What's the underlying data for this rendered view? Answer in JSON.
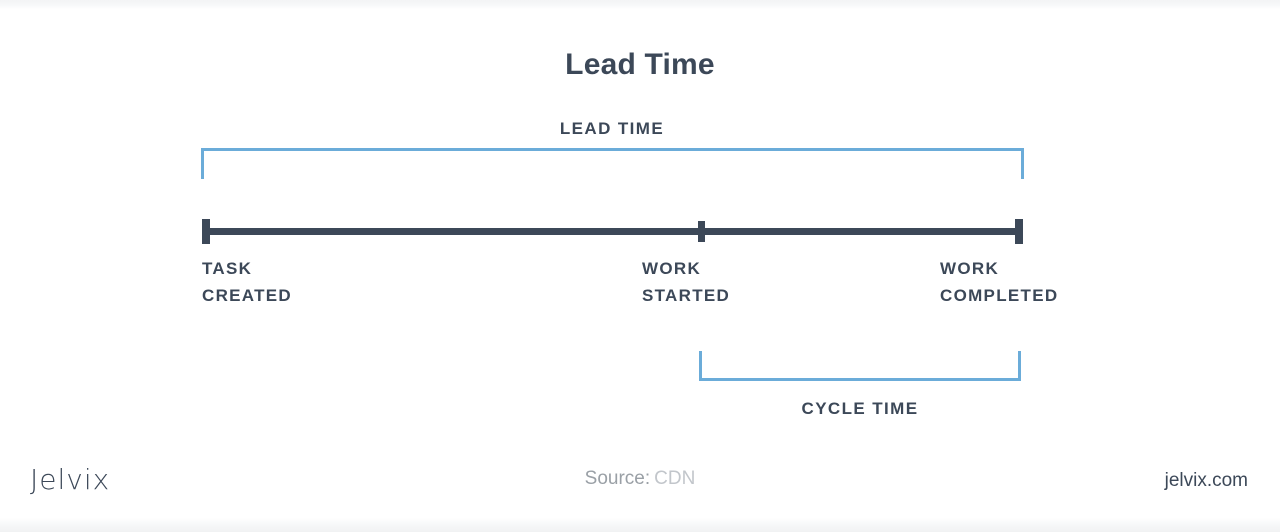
{
  "slide": {
    "title": "Lead Time",
    "background_color": "#ffffff",
    "accent_color": "#6bacd9",
    "text_color": "#3c4858"
  },
  "diagram": {
    "lead_time_label": "LEAD TIME",
    "cycle_time_label": "CYCLE TIME",
    "milestones": [
      {
        "line1": "TASK",
        "line2": "CREATED"
      },
      {
        "line1": "WORK",
        "line2": "STARTED"
      },
      {
        "line1": "WORK",
        "line2": "COMPLETED"
      }
    ]
  },
  "footer": {
    "logo": "Jelvix",
    "source_key": "Source:",
    "source_value": "CDN",
    "website": "jelvix.com"
  }
}
